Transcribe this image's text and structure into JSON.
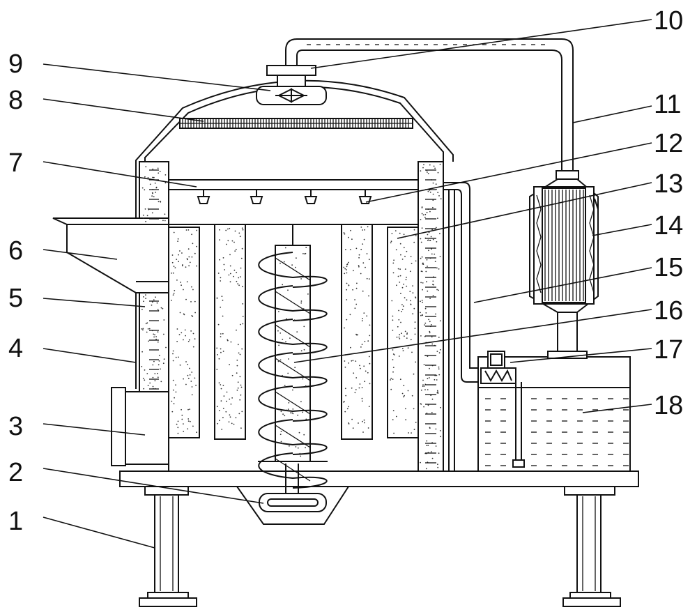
{
  "labels": [
    "1",
    "2",
    "3",
    "4",
    "5",
    "6",
    "7",
    "8",
    "9",
    "10",
    "11",
    "12",
    "13",
    "14",
    "15",
    "16",
    "17",
    "18"
  ],
  "colors": {
    "line": "#111111",
    "background": "#ffffff",
    "speckle": "#333333"
  }
}
